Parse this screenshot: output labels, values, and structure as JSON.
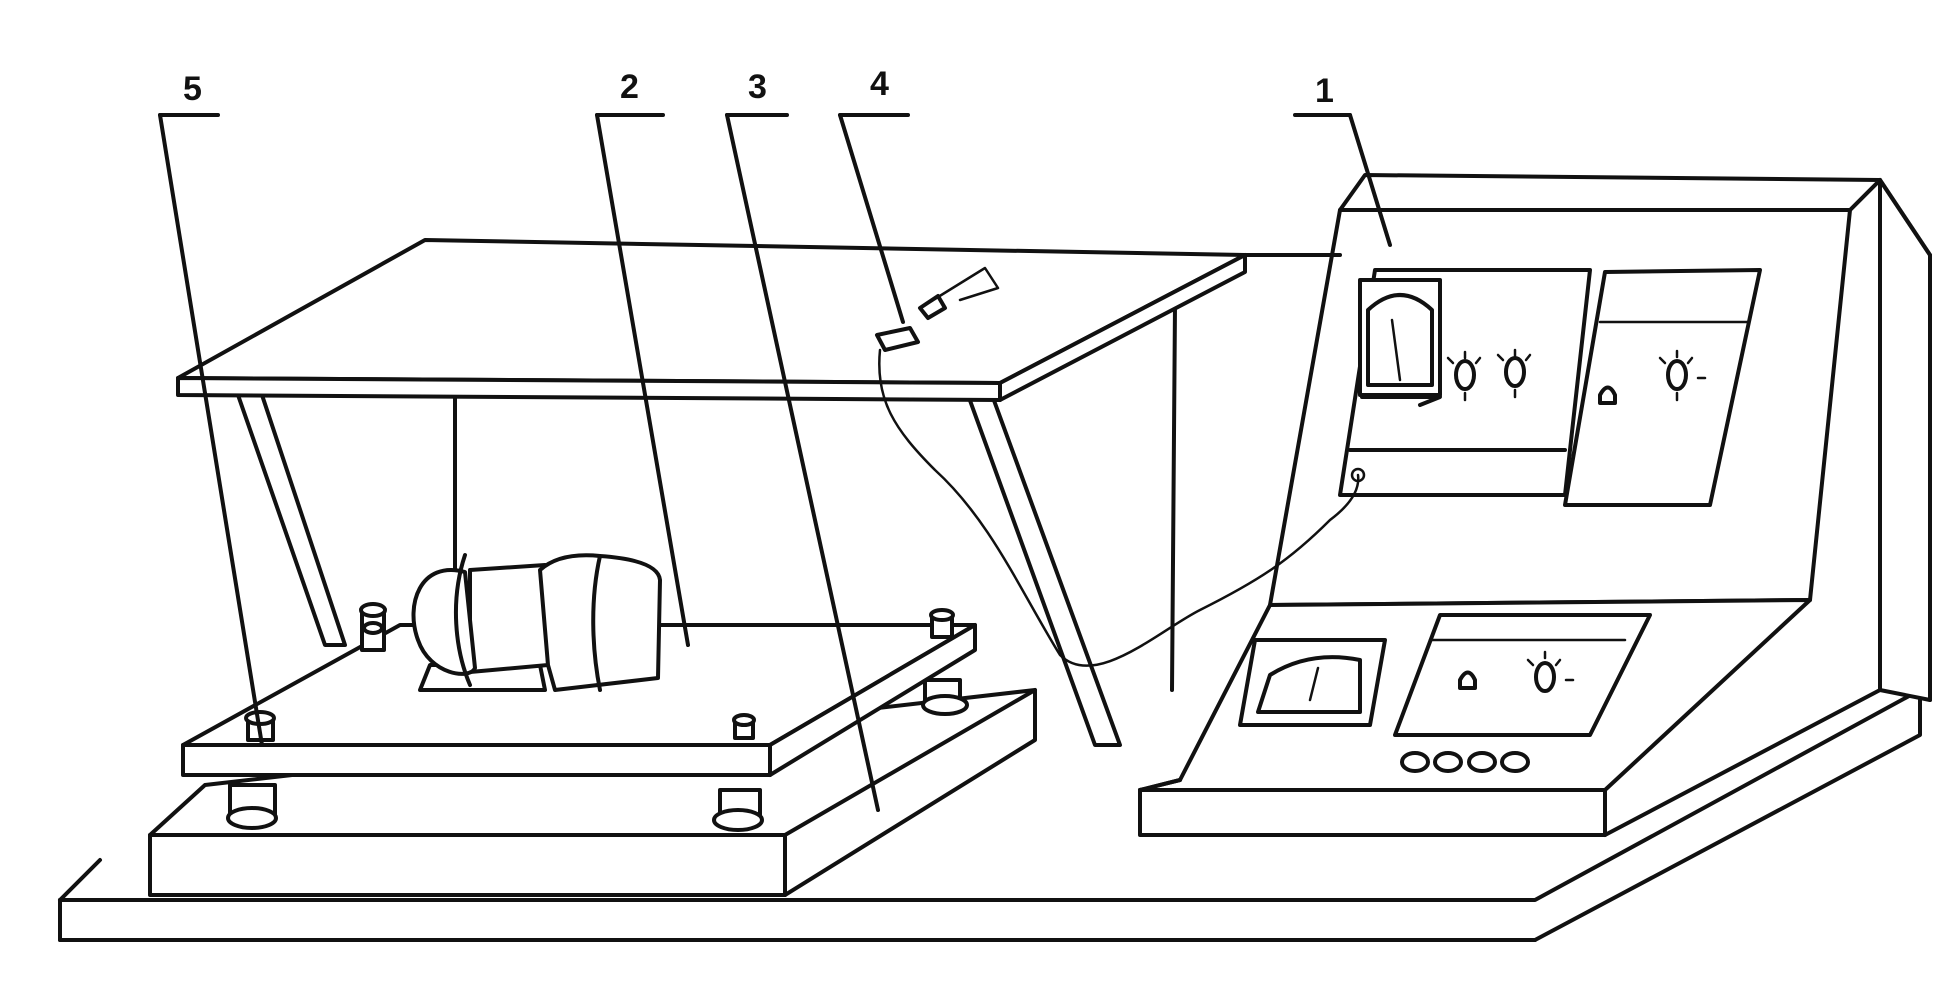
{
  "labels": [
    {
      "id": "5",
      "text": "5"
    },
    {
      "id": "2",
      "text": "2"
    },
    {
      "id": "3",
      "text": "3"
    },
    {
      "id": "4",
      "text": "4"
    },
    {
      "id": "1",
      "text": "1"
    }
  ],
  "colors": {
    "ink": "#111111",
    "background": "#ffffff"
  }
}
